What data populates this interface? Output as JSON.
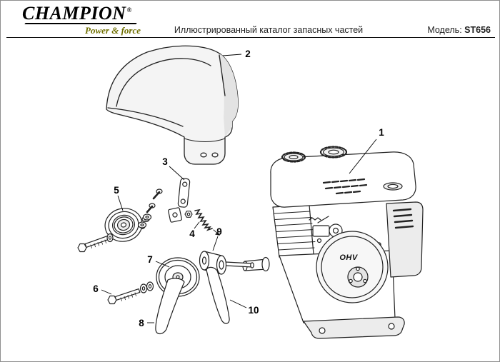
{
  "header": {
    "brand": "CHAMPION",
    "registered_mark": "®",
    "tagline": "Power & force",
    "title": "Иллюстрированный каталог запасных частей",
    "model_label": "Модель:",
    "model_value": "ST656"
  },
  "colors": {
    "tagline": "#6f6f00",
    "page_border": "#8f8f8f",
    "ink": "#1f1f1f"
  },
  "diagram": {
    "engine_badge": "OHV",
    "callouts": [
      "1",
      "2",
      "3",
      "4",
      "5",
      "6",
      "7",
      "8",
      "9",
      "10"
    ]
  }
}
